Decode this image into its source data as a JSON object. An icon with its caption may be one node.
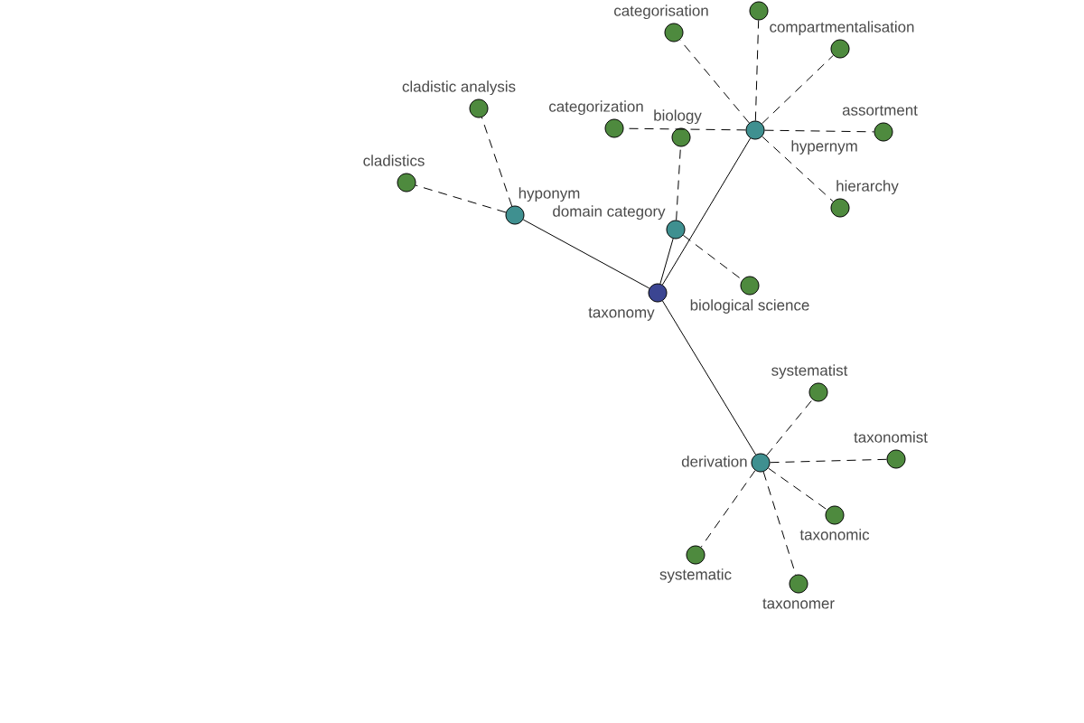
{
  "diagram": {
    "nodes": [
      {
        "text": [
          "categorisation"
        ]
      },
      {
        "text": [],
        "shape": "circle"
      },
      {
        "text": [
          "compartmentalisation"
        ]
      },
      {
        "text": [
          "cladistic analysis"
        ]
      },
      {
        "text": [
          "categorization"
        ]
      },
      {
        "text": [
          "biology"
        ]
      },
      {
        "text": [
          "hypernym"
        ]
      },
      {
        "text": [
          "assortment"
        ]
      },
      {
        "text": [
          "cladistics"
        ]
      },
      {
        "text": [
          "hyponym"
        ]
      },
      {
        "text": [
          "hierarchy"
        ]
      },
      {
        "text": [
          "domain category"
        ]
      },
      {
        "text": [
          "taxonomy"
        ]
      },
      {
        "text": [
          "biological science"
        ]
      },
      {
        "text": [
          "systematist"
        ]
      },
      {
        "text": [
          "derivation"
        ]
      },
      {
        "text": [
          "taxonomist"
        ]
      },
      {
        "text": [
          "taxonomic"
        ]
      },
      {
        "text": [
          "systematic"
        ]
      },
      {
        "text": [
          "taxonomer"
        ]
      }
    ],
    "edges": [
      {
        "from": 12,
        "to": 9,
        "arrow": "none"
      },
      {
        "from": 12,
        "to": 6,
        "arrow": "none"
      },
      {
        "from": 12,
        "to": 11,
        "arrow": "none"
      },
      {
        "from": 12,
        "to": 15,
        "arrow": "none"
      },
      {
        "from": 9,
        "to": 3,
        "arrow": "none",
        "style": "dashed"
      },
      {
        "from": 9,
        "to": 8,
        "arrow": "none",
        "style": "dashed"
      },
      {
        "from": 6,
        "to": 0,
        "arrow": "none",
        "style": "dashed"
      },
      {
        "from": 6,
        "to": 1,
        "arrow": "none",
        "style": "dashed"
      },
      {
        "from": 6,
        "to": 2,
        "arrow": "none",
        "style": "dashed"
      },
      {
        "from": 6,
        "to": 4,
        "arrow": "none",
        "style": "dashed"
      },
      {
        "from": 6,
        "to": 7,
        "arrow": "none",
        "style": "dashed"
      },
      {
        "from": 6,
        "to": 10,
        "arrow": "none",
        "style": "dashed"
      },
      {
        "from": 11,
        "to": 5,
        "arrow": "none",
        "style": "dashed"
      },
      {
        "from": 11,
        "to": 13,
        "arrow": "none",
        "style": "dashed"
      },
      {
        "from": 15,
        "to": 14,
        "arrow": "none",
        "style": "dashed"
      },
      {
        "from": 15,
        "to": 16,
        "arrow": "none",
        "style": "dashed"
      },
      {
        "from": 15,
        "to": 17,
        "arrow": "none",
        "style": "dashed"
      },
      {
        "from": 15,
        "to": 19,
        "arrow": "none",
        "style": "dashed"
      },
      {
        "from": 15,
        "to": 18,
        "arrow": "none",
        "style": "dashed"
      }
    ]
  }
}
